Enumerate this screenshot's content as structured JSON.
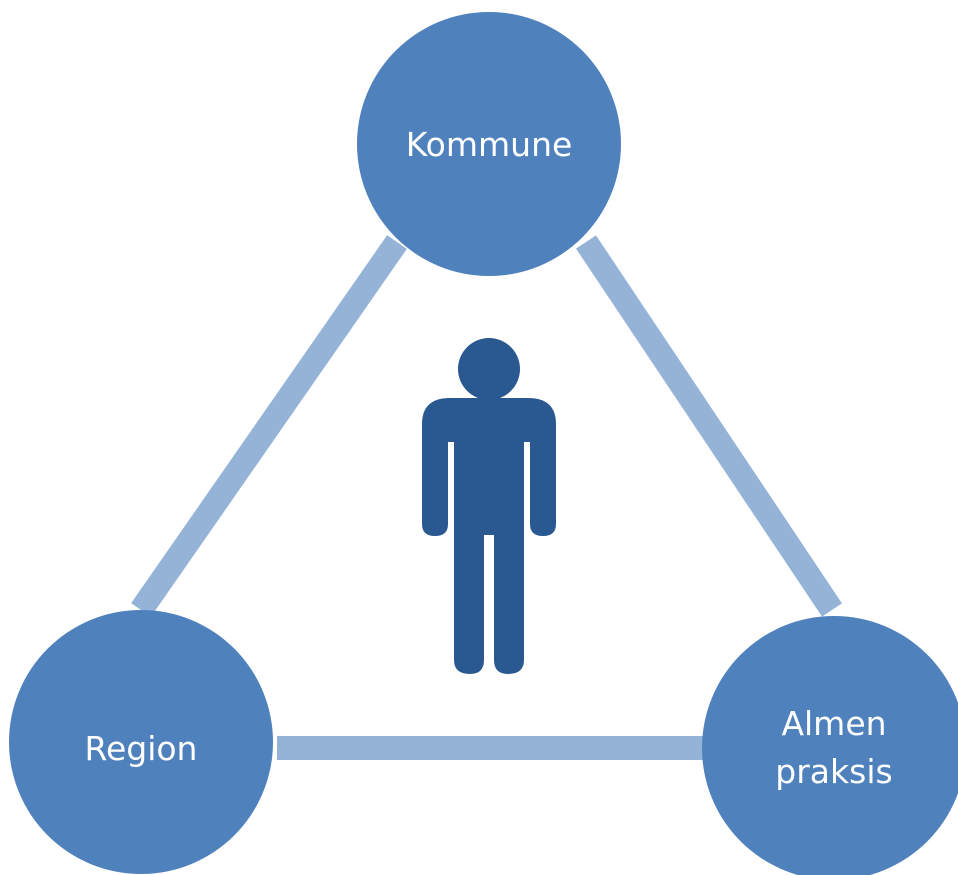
{
  "colors": {
    "node_fill": "#4f81bd",
    "connector": "#95b3d7",
    "person": "#2a5891",
    "label_text": "#ffffff"
  },
  "nodes": {
    "top": {
      "label": "Kommune"
    },
    "left": {
      "label": "Region"
    },
    "right": {
      "label_line1": "Almen",
      "label_line2": "praksis"
    }
  },
  "center_icon": "person-icon"
}
